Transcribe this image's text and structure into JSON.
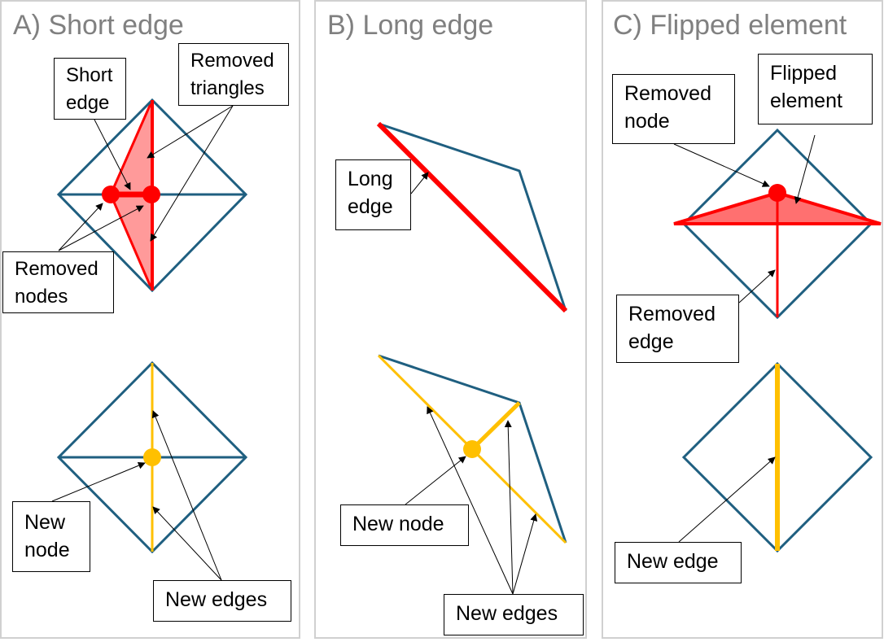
{
  "colors": {
    "mesh": "#1f5f80",
    "removed": "#ff0000",
    "removed_fill": "#ff9a9a",
    "new": "#ffc000",
    "arrow": "#000000",
    "panel_border": "#d0d0d0",
    "title": "#808080"
  },
  "panels": [
    {
      "title": "A) Short edge",
      "labels": {
        "short_edge": "Short\nedge",
        "removed_triangles": "Removed\ntriangles",
        "removed_nodes": "Removed\nnodes",
        "new_node": "New\nnode",
        "new_edges": "New edges"
      }
    },
    {
      "title": "B) Long edge",
      "labels": {
        "long_edge": "Long\nedge",
        "new_node": "New node",
        "new_edges": "New edges"
      }
    },
    {
      "title": "C) Flipped element",
      "labels": {
        "removed_node": "Removed\nnode",
        "flipped_element": "Flipped\nelement",
        "removed_edge": "Removed\nedge",
        "new_edge": "New edge"
      }
    }
  ]
}
